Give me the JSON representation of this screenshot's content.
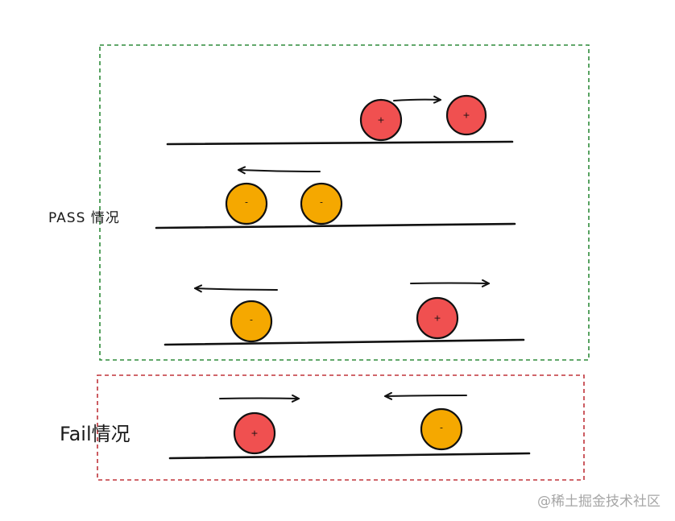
{
  "labels": {
    "pass": "PASS 情况",
    "fail": "Fail情况",
    "watermark": "@稀土掘金技术社区"
  },
  "colors": {
    "pass_box": "#2e8b3a",
    "fail_box": "#c0333a",
    "positive_ball": "#f05050",
    "negative_ball": "#f5a800",
    "stroke": "#111111"
  },
  "scenarios": {
    "pass": [
      {
        "name": "pass-scenario-1",
        "balls": [
          {
            "charge": "+",
            "direction": "right"
          },
          {
            "charge": "+",
            "direction": "none"
          }
        ]
      },
      {
        "name": "pass-scenario-2",
        "balls": [
          {
            "charge": "-",
            "direction": "left"
          },
          {
            "charge": "-",
            "direction": "none"
          }
        ]
      },
      {
        "name": "pass-scenario-3",
        "balls": [
          {
            "charge": "-",
            "direction": "left"
          },
          {
            "charge": "+",
            "direction": "right"
          }
        ]
      }
    ],
    "fail": [
      {
        "name": "fail-scenario-1",
        "balls": [
          {
            "charge": "+",
            "direction": "right"
          },
          {
            "charge": "-",
            "direction": "left"
          }
        ]
      }
    ]
  }
}
